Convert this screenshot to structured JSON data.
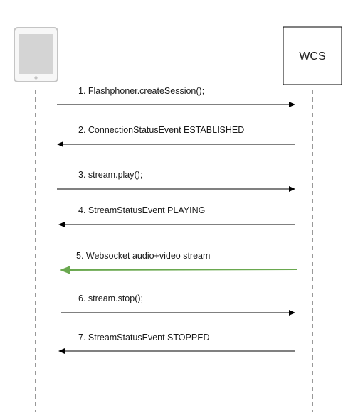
{
  "participants": {
    "client": {
      "icon": "tablet-icon"
    },
    "server": {
      "label": "WCS"
    }
  },
  "messages": [
    {
      "label": "1. Flashphoner.createSession();",
      "direction": "to-server"
    },
    {
      "label": "2. ConnectionStatusEvent ESTABLISHED",
      "direction": "to-client"
    },
    {
      "label": "3. stream.play();",
      "direction": "to-server"
    },
    {
      "label": "4. StreamStatusEvent PLAYING",
      "direction": "to-client"
    },
    {
      "label": "5. Websocket audio+video stream",
      "direction": "to-client",
      "color": "#6aa84f"
    },
    {
      "label": "6. stream.stop();",
      "direction": "to-server"
    },
    {
      "label": "7. StreamStatusEvent STOPPED",
      "direction": "to-client"
    }
  ],
  "colors": {
    "line": "#000000",
    "lifeline": "#555555",
    "highlight": "#6aa84f",
    "tablet_frame": "#c8c8c8",
    "tablet_screen": "#d6d6d6"
  }
}
